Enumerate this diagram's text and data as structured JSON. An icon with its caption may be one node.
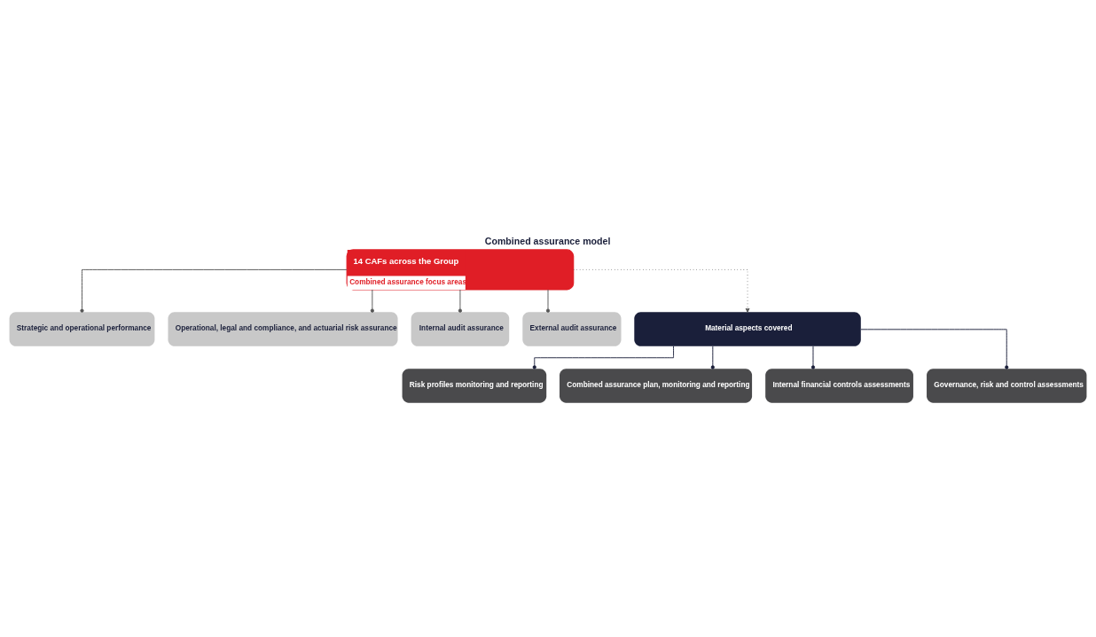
{
  "diagram": {
    "title": "Combined assurance model",
    "nodes": [
      {
        "text": [
          "14 CAFs across the Group",
          "Combined assurance focus areas"
        ]
      },
      {
        "text": [
          "Strategic and operational performance"
        ]
      },
      {
        "text": [
          "Operational, legal and compliance, and actuarial risk assurance"
        ]
      },
      {
        "text": [
          "Internal audit assurance"
        ]
      },
      {
        "text": [
          "External audit assurance"
        ]
      },
      {
        "text": [
          "Material aspects covered"
        ]
      },
      {
        "text": [
          "Risk profiles monitoring and reporting"
        ]
      },
      {
        "text": [
          "Combined assurance plan, monitoring and reporting"
        ]
      },
      {
        "text": [
          "Internal financial controls assessments"
        ]
      },
      {
        "text": [
          "Governance, risk and control assessments"
        ]
      }
    ],
    "edges": [
      {
        "from": 0,
        "to": 1,
        "arrow": "other"
      },
      {
        "from": 0,
        "to": 2,
        "arrow": "other"
      },
      {
        "from": 0,
        "to": 3,
        "arrow": "other"
      },
      {
        "from": 0,
        "to": 4,
        "arrow": "other"
      },
      {
        "from": 0,
        "to": 5,
        "arrow": "to",
        "style": "dashed"
      },
      {
        "from": 5,
        "to": 6,
        "arrow": "other",
        "color": "#1a1f3a"
      },
      {
        "from": 5,
        "to": 7,
        "arrow": "other",
        "color": "#1a1f3a"
      },
      {
        "from": 5,
        "to": 8,
        "arrow": "other",
        "color": "#1a1f3a"
      },
      {
        "from": 5,
        "to": 9,
        "arrow": "other",
        "color": "#1a1f3a"
      }
    ]
  }
}
